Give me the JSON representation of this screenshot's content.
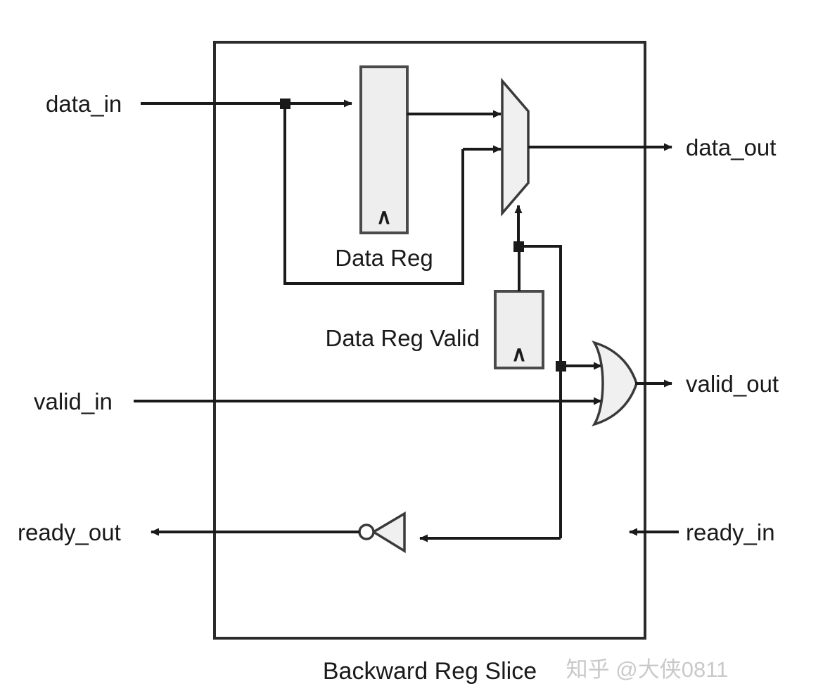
{
  "diagram": {
    "title": "Backward Reg Slice",
    "outer_block": {
      "name": "Backward Reg Slice boundary"
    },
    "ports": {
      "data_in": "data_in",
      "valid_in": "valid_in",
      "ready_out": "ready_out",
      "data_out": "data_out",
      "valid_out": "valid_out",
      "ready_in": "ready_in"
    },
    "blocks": [
      {
        "id": "data_reg",
        "label": "Data Reg",
        "clock_symbol": "∧"
      },
      {
        "id": "data_reg_valid",
        "label": "Data Reg Valid",
        "clock_symbol": "∧"
      }
    ],
    "gates": [
      {
        "id": "mux",
        "type": "mux-2to1"
      },
      {
        "id": "or_gate",
        "type": "or"
      },
      {
        "id": "inverter",
        "type": "not"
      }
    ],
    "colors": {
      "line": "#1a1a1a",
      "register_fill": "#eeeeee",
      "gate_fill": "#f0f0f0",
      "background": "#ffffff",
      "watermark": "#c9c9c9"
    }
  },
  "watermark": {
    "text": "知乎 @大侠0811"
  }
}
